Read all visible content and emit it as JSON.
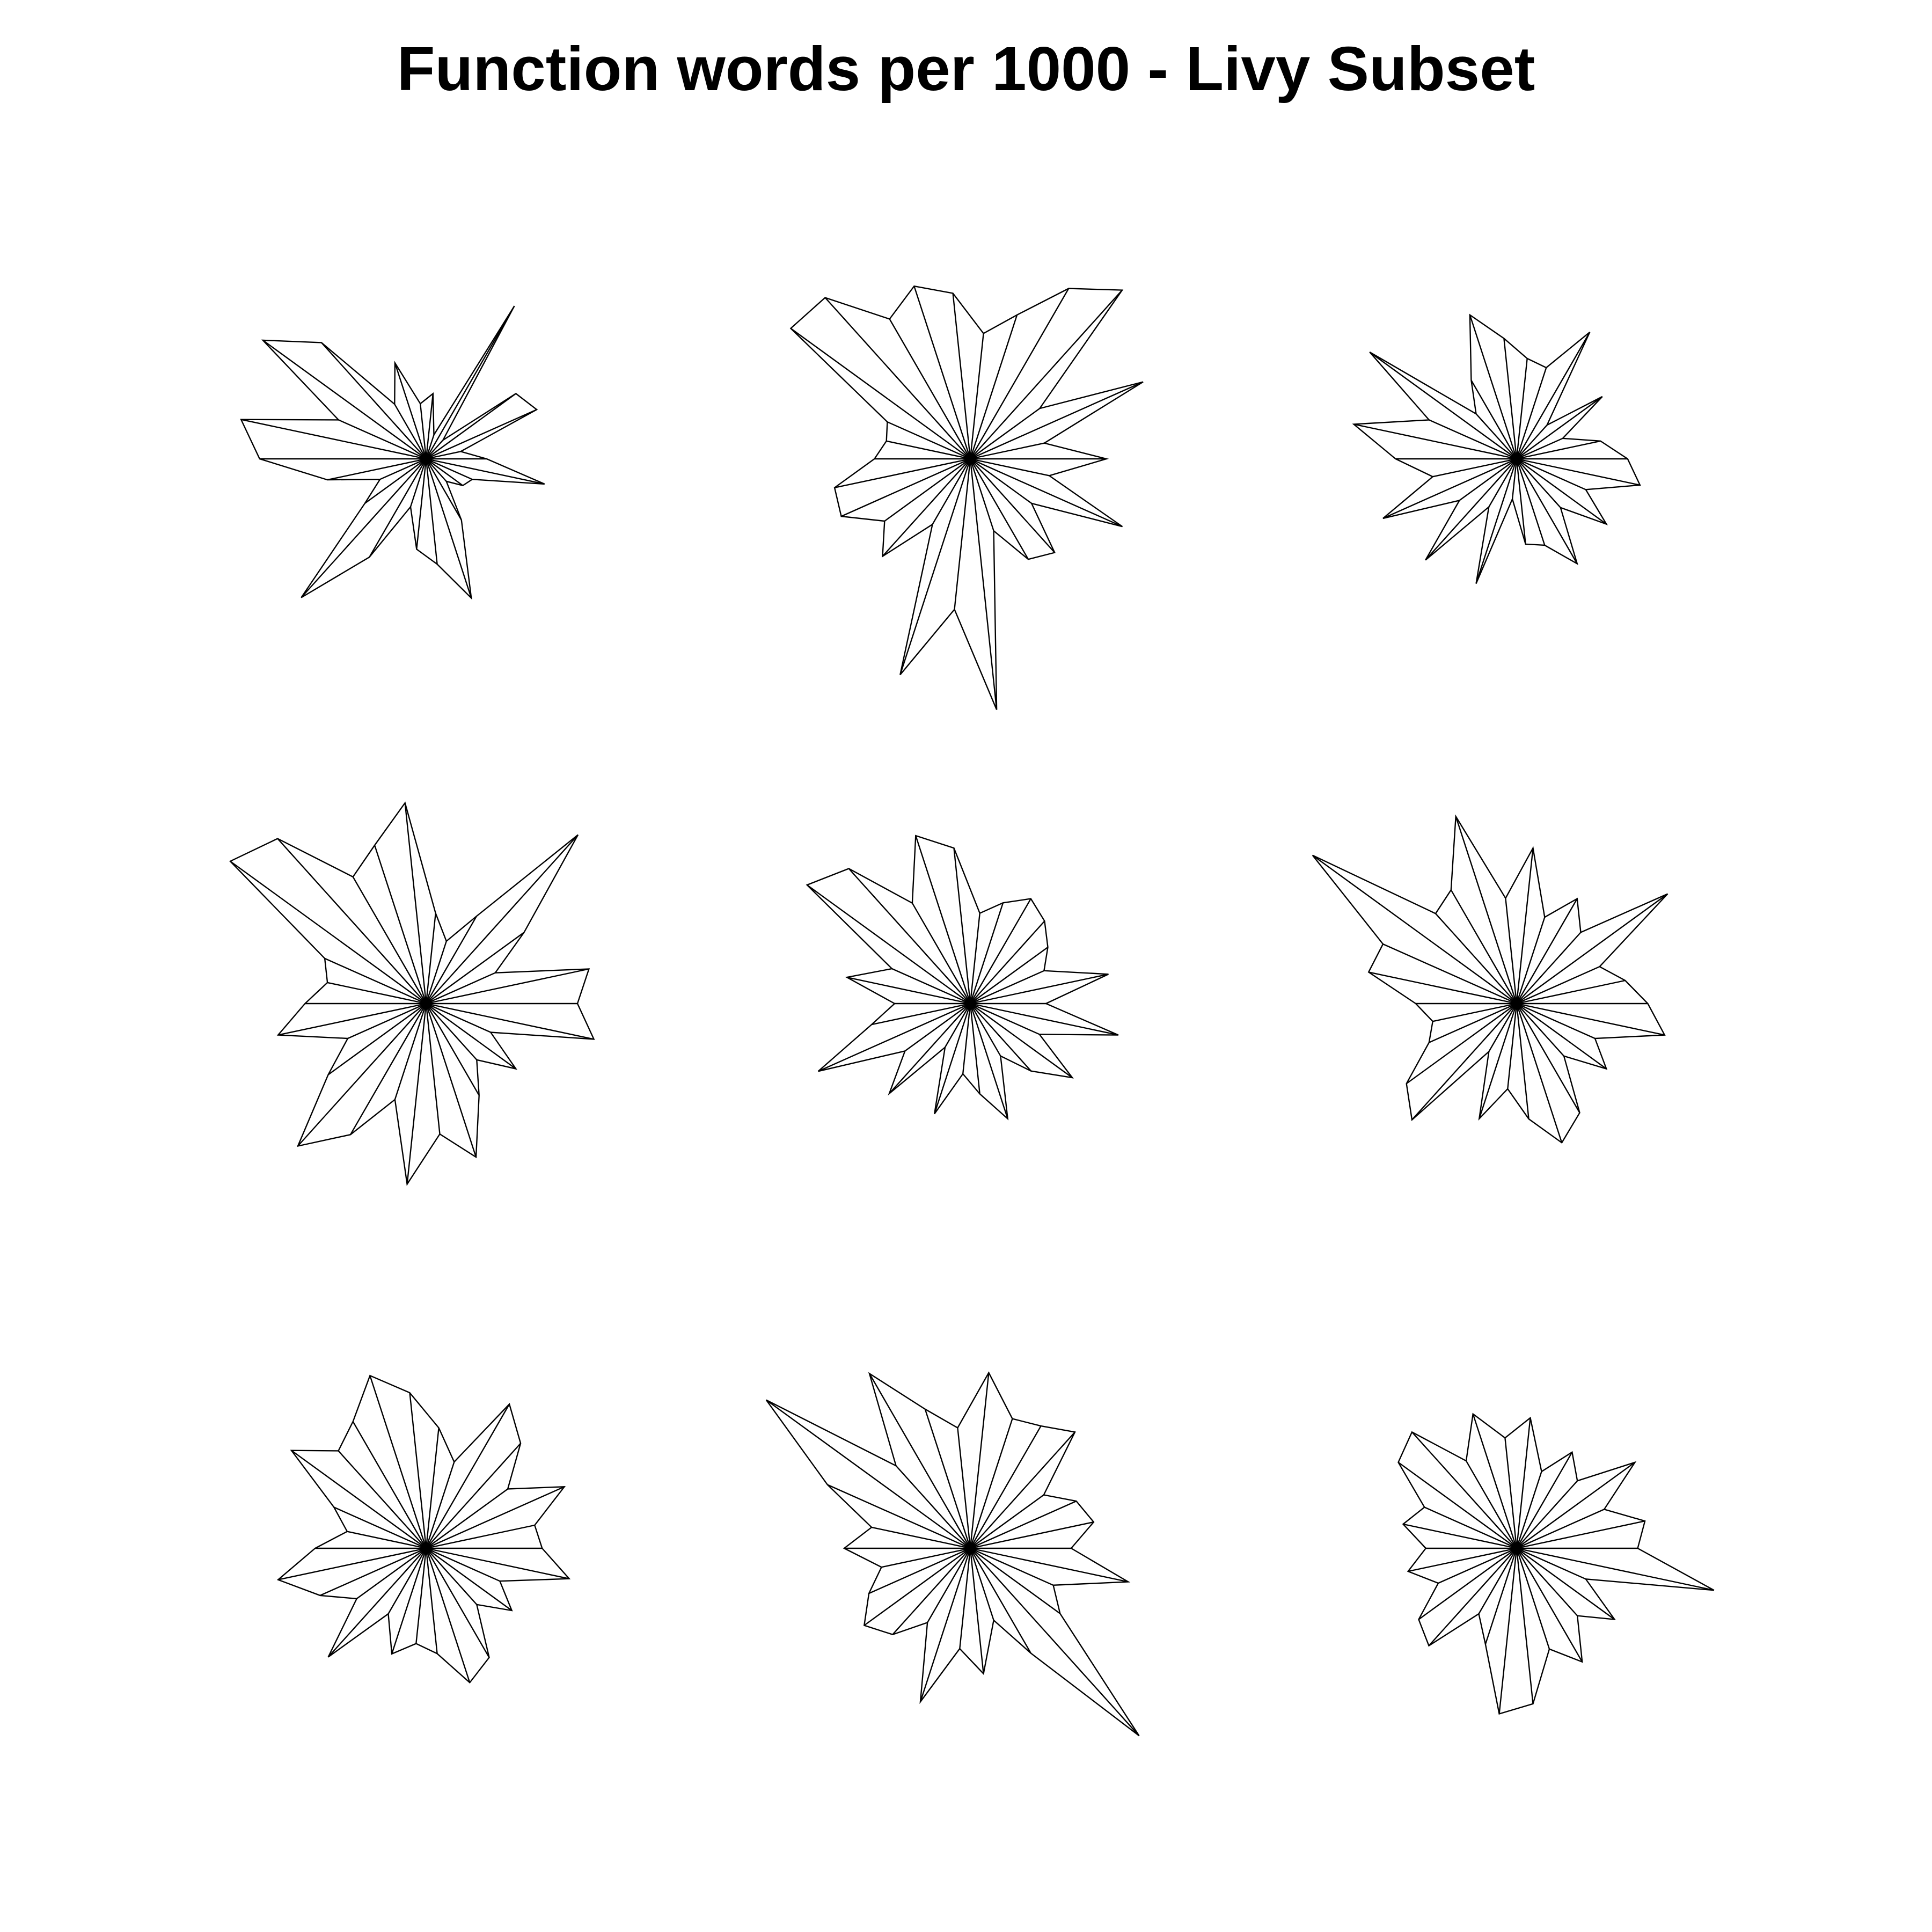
{
  "chart_data": {
    "type": "star",
    "title": "Function words per 1000 - Livy Subset",
    "radial_spikes": true,
    "labels_shown": false,
    "legend": "none",
    "grid": false,
    "layout": {
      "rows": 3,
      "columns": 3
    },
    "variable_count": 30,
    "stars": [
      {
        "values": [
          0.24,
          0.14,
          0.48,
          0.44,
          0.1,
          0.7,
          0.1,
          0.26,
          0.22,
          0.4,
          0.25,
          0.62,
          0.8,
          0.38,
          0.75,
          0.66,
          0.4,
          0.2,
          0.3,
          0.74,
          0.45,
          0.2,
          0.36,
          0.42,
          0.58,
          0.28,
          0.12,
          0.18,
          0.2,
          0.48
        ]
      },
      {
        "values": [
          0.54,
          0.3,
          0.75,
          0.34,
          0.9,
          0.78,
          0.6,
          0.5,
          0.66,
          0.72,
          0.64,
          0.86,
          0.88,
          0.36,
          0.34,
          0.38,
          0.55,
          0.56,
          0.42,
          0.52,
          0.3,
          0.9,
          0.6,
          1.0,
          0.3,
          0.46,
          0.5,
          0.3,
          0.66,
          0.32
        ]
      },
      {
        "values": [
          0.44,
          0.34,
          0.2,
          0.42,
          0.18,
          0.58,
          0.38,
          0.4,
          0.48,
          0.6,
          0.36,
          0.24,
          0.72,
          0.38,
          0.66,
          0.48,
          0.34,
          0.58,
          0.28,
          0.54,
          0.22,
          0.52,
          0.16,
          0.34,
          0.36,
          0.48,
          0.26,
          0.44,
          0.3,
          0.5
        ]
      },
      {
        "values": [
          0.6,
          0.66,
          0.3,
          0.48,
          0.9,
          0.4,
          0.26,
          0.36,
          0.8,
          0.66,
          0.58,
          0.88,
          0.96,
          0.44,
          0.4,
          0.48,
          0.6,
          0.34,
          0.48,
          0.76,
          0.6,
          0.4,
          0.72,
          0.52,
          0.64,
          0.42,
          0.3,
          0.44,
          0.28,
          0.68
        ]
      },
      {
        "values": [
          0.3,
          0.56,
          0.32,
          0.38,
          0.44,
          0.48,
          0.42,
          0.36,
          0.62,
          0.7,
          0.46,
          0.72,
          0.8,
          0.34,
          0.5,
          0.3,
          0.4,
          0.66,
          0.32,
          0.48,
          0.2,
          0.46,
          0.28,
          0.36,
          0.48,
          0.24,
          0.36,
          0.5,
          0.3,
          0.6
        ]
      },
      {
        "values": [
          0.52,
          0.44,
          0.36,
          0.74,
          0.38,
          0.48,
          0.36,
          0.62,
          0.42,
          0.78,
          0.52,
          0.48,
          1.0,
          0.58,
          0.6,
          0.4,
          0.34,
          0.38,
          0.54,
          0.62,
          0.22,
          0.48,
          0.34,
          0.46,
          0.58,
          0.5,
          0.28,
          0.44,
          0.34,
          0.6
        ]
      },
      {
        "values": [
          0.46,
          0.44,
          0.6,
          0.4,
          0.56,
          0.66,
          0.36,
          0.48,
          0.62,
          0.72,
          0.58,
          0.52,
          0.66,
          0.4,
          0.32,
          0.44,
          0.6,
          0.46,
          0.34,
          0.58,
          0.3,
          0.44,
          0.38,
          0.42,
          0.56,
          0.5,
          0.3,
          0.42,
          0.32,
          0.58
        ]
      },
      {
        "values": [
          0.4,
          0.5,
          0.46,
          0.36,
          0.62,
          0.56,
          0.54,
          0.7,
          0.48,
          0.58,
          0.8,
          0.44,
          1.0,
          0.62,
          0.4,
          0.5,
          0.36,
          0.44,
          0.52,
          0.46,
          0.34,
          0.64,
          0.4,
          0.5,
          0.3,
          0.48,
          1.0,
          0.44,
          0.36,
          0.64
        ]
      },
      {
        "values": [
          0.48,
          0.52,
          0.38,
          0.58,
          0.36,
          0.44,
          0.32,
          0.52,
          0.44,
          0.56,
          0.4,
          0.62,
          0.58,
          0.4,
          0.46,
          0.36,
          0.44,
          0.34,
          0.48,
          0.52,
          0.3,
          0.4,
          0.66,
          0.62,
          0.42,
          0.52,
          0.36,
          0.48,
          0.3,
          0.8
        ]
      }
    ]
  }
}
